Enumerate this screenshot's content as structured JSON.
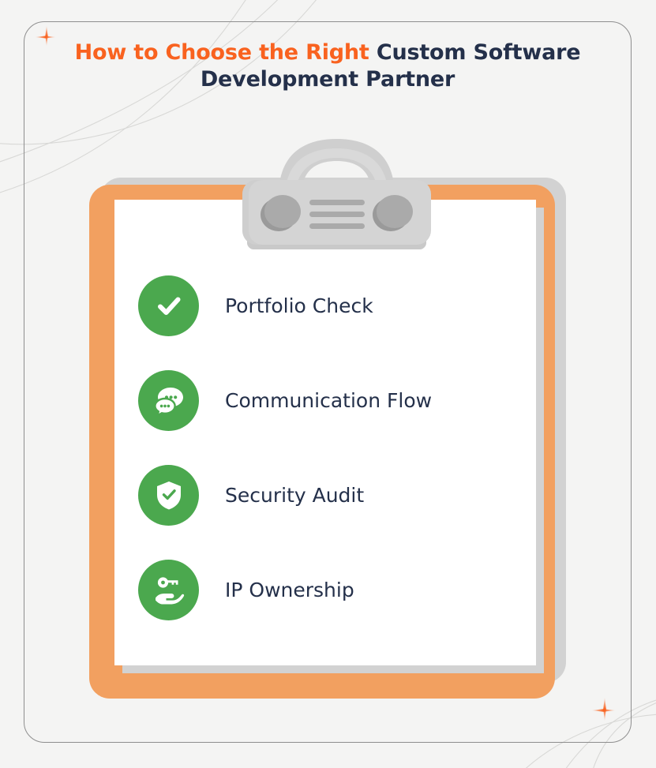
{
  "title": {
    "highlight": "How to Choose the Right ",
    "rest": "Custom Software Development Partner"
  },
  "colors": {
    "background": "#f4f4f3",
    "title_highlight": "#f9621f",
    "title_text": "#24304a",
    "board_orange": "#f2a060",
    "board_shadow_grey": "#d2d2d2",
    "paper_white": "#ffffff",
    "icon_green": "#4ba84e",
    "clip_grey": "#d4d4d4",
    "card_border": "#8e8e8e",
    "sparkle_orange": "#f9621f"
  },
  "checklist": {
    "items": [
      {
        "label": "Portfolio Check",
        "icon": "check-mark-icon"
      },
      {
        "label": "Communication Flow",
        "icon": "chat-bubbles-icon"
      },
      {
        "label": "Security Audit",
        "icon": "shield-check-icon"
      },
      {
        "label": "IP Ownership",
        "icon": "hand-key-icon"
      }
    ]
  },
  "clipboard": {
    "clip_name": "clipboard-clip",
    "paper_name": "clipboard-paper"
  },
  "decorations": {
    "sparkle_top_left": "sparkle-icon",
    "sparkle_bottom_right": "sparkle-icon",
    "curve_lines": "decorative-curve-lines"
  }
}
